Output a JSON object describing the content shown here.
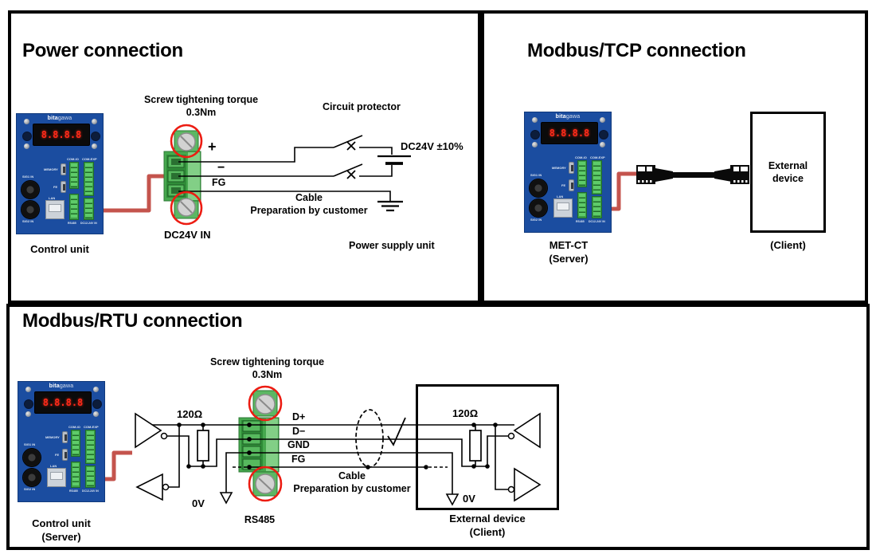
{
  "device": {
    "logo_bold": "bita",
    "logo_rest": "gawa",
    "display": "8.8.8.8",
    "ports": {
      "com_io": "COM-IO",
      "com_exp": "COM-EXP",
      "memory": "MEMORY",
      "fe": "FE",
      "sig1": "SIG1 IN",
      "sig2": "SIG2 IN",
      "lan": "LAN",
      "rs485": "RS485",
      "dc_in": "DC12-24V IN"
    }
  },
  "power_panel": {
    "title": "Power connection",
    "screw_note": "Screw tightening torque",
    "screw_torque": "0.3Nm",
    "circuit_protector": "Circuit protector",
    "dc24v": "DC24V ±10%",
    "plus": "+",
    "minus": "−",
    "fg": "FG",
    "cable": "Cable",
    "cable_note": "Preparation by customer",
    "dc24v_in": "DC24V IN",
    "control_unit": "Control unit",
    "power_supply_unit": "Power supply unit"
  },
  "tcp_panel": {
    "title": "Modbus/TCP connection",
    "met_ct": "MET-CT",
    "server": "(Server)",
    "external_device": "External device",
    "client": "(Client)"
  },
  "rtu_panel": {
    "title": "Modbus/RTU connection",
    "screw_note": "Screw tightening torque",
    "screw_torque": "0.3Nm",
    "r120_left": "120Ω",
    "r120_right": "120Ω",
    "d_plus": "D+",
    "d_minus": "D−",
    "gnd": "GND",
    "fg": "FG",
    "zero_v_left": "0V",
    "zero_v_right": "0V",
    "rs485": "RS485",
    "cable": "Cable",
    "cable_note": "Preparation by customer",
    "external_device": "External device",
    "client": "(Client)",
    "control_unit": "Control unit",
    "server": "(Server)"
  },
  "colors": {
    "device_blue": "#1b4da0",
    "display_red": "#ff2a1a",
    "terminal_green": "#46a84e",
    "cable_red": "#c4544d",
    "highlight_red": "#ec1c12",
    "line_black": "#000000"
  }
}
